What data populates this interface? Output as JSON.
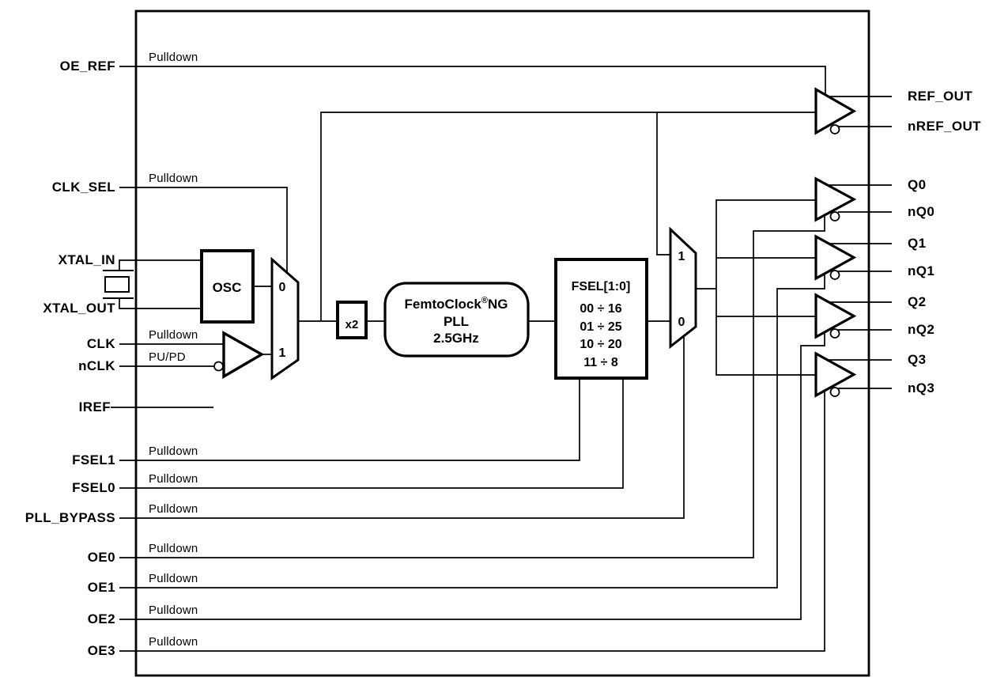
{
  "pins": {
    "left": [
      {
        "label": "OE_REF",
        "note": "Pulldown"
      },
      {
        "label": "CLK_SEL",
        "note": "Pulldown"
      },
      {
        "label": "XTAL_IN",
        "note": ""
      },
      {
        "label": "XTAL_OUT",
        "note": ""
      },
      {
        "label": "CLK",
        "note": "Pulldown"
      },
      {
        "label": "nCLK",
        "note": "PU/PD"
      },
      {
        "label": "IREF",
        "note": ""
      },
      {
        "label": "FSEL1",
        "note": "Pulldown"
      },
      {
        "label": "FSEL0",
        "note": "Pulldown"
      },
      {
        "label": "PLL_BYPASS",
        "note": "Pulldown"
      },
      {
        "label": "OE0",
        "note": "Pulldown"
      },
      {
        "label": "OE1",
        "note": "Pulldown"
      },
      {
        "label": "OE2",
        "note": "Pulldown"
      },
      {
        "label": "OE3",
        "note": "Pulldown"
      }
    ],
    "right": [
      {
        "label": "REF_OUT"
      },
      {
        "label": "nREF_OUT"
      },
      {
        "label": "Q0"
      },
      {
        "label": "nQ0"
      },
      {
        "label": "Q1"
      },
      {
        "label": "nQ1"
      },
      {
        "label": "Q2"
      },
      {
        "label": "nQ2"
      },
      {
        "label": "Q3"
      },
      {
        "label": "nQ3"
      }
    ]
  },
  "blocks": {
    "osc": {
      "label": "OSC"
    },
    "doubler": {
      "label": "x2"
    },
    "pll": {
      "name": "FemtoClock",
      "reg": "®",
      "suffix": "NG",
      "line2": "PLL",
      "line3": "2.5GHz"
    },
    "divider": {
      "title": "FSEL[1:0]",
      "rows": [
        "00 ÷ 16",
        "01 ÷ 25",
        "10 ÷ 20",
        "11 ÷  8"
      ]
    },
    "input_mux": {
      "xtal_input": "0",
      "clk_input": "1"
    },
    "output_mux": {
      "bypass_input": "1",
      "pll_input": "0"
    }
  },
  "colors": {
    "line": "#000000",
    "background": "#ffffff",
    "text": "#000000"
  }
}
